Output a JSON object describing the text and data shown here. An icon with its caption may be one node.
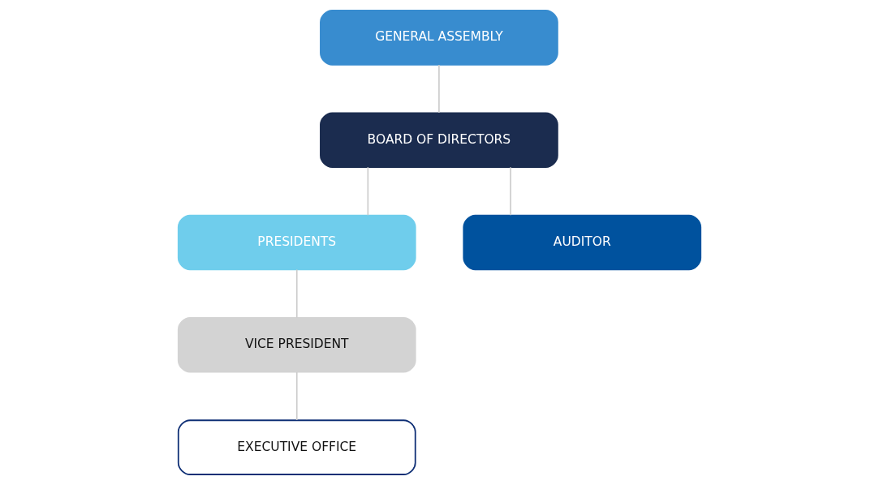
{
  "diagram": {
    "nodes": [
      {
        "text": [
          "GENERAL ASSEMBLY"
        ]
      },
      {
        "text": [
          "BOARD OF DIRECTORS"
        ]
      },
      {
        "text": [
          "PRESIDENTS"
        ]
      },
      {
        "text": [
          "AUDITOR"
        ]
      },
      {
        "text": [
          "VICE PRESIDENT"
        ]
      },
      {
        "text": [
          "EXECUTIVE OFFICE"
        ]
      }
    ],
    "edges": [
      {
        "from": 0,
        "to": 1,
        "arrow": "none"
      },
      {
        "from": 1,
        "to": 2,
        "arrow": "none"
      },
      {
        "from": 1,
        "to": 3,
        "arrow": "none"
      },
      {
        "from": 2,
        "to": 4,
        "arrow": "none"
      },
      {
        "from": 4,
        "to": 5,
        "arrow": "none"
      }
    ]
  }
}
